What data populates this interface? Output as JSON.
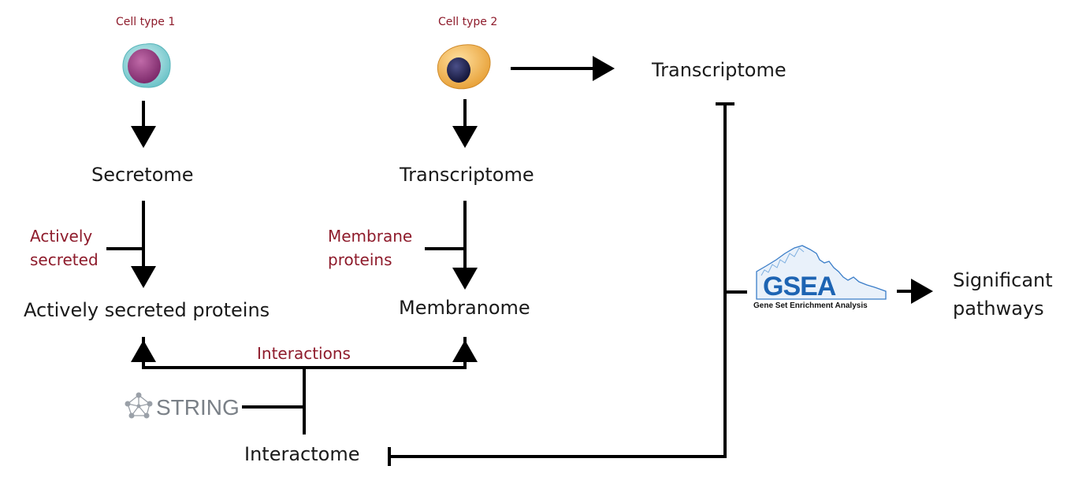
{
  "cells": {
    "cell1_label": "Cell type 1",
    "cell2_label": "Cell type 2"
  },
  "nodes": {
    "secretome": "Secretome",
    "transcriptome_left": "Transcriptome",
    "transcriptome_right": "Transcriptome",
    "actively_secreted_proteins": "Actively secreted proteins",
    "membranome": "Membranome",
    "interactome": "Interactome",
    "significant_line1": "Significant",
    "significant_line2": "pathways"
  },
  "filters": {
    "actively_line1": "Actively",
    "actively_line2": "secreted",
    "membrane_line1": "Membrane",
    "membrane_line2": "proteins",
    "interactions": "Interactions"
  },
  "logos": {
    "string_text": "STRING",
    "gsea_text": "GSEA",
    "gsea_subtitle": "Gene Set Enrichment Analysis"
  },
  "colors": {
    "accent_red": "#8e1b2b",
    "cell1_outer": "#9fdde0",
    "cell1_nucleus": "#9b3f86",
    "cell2_outer": "#f4bd5c",
    "cell2_nucleus": "#2d2f5a",
    "gsea_blue": "#1d64b3",
    "string_gray": "#7a8087"
  }
}
